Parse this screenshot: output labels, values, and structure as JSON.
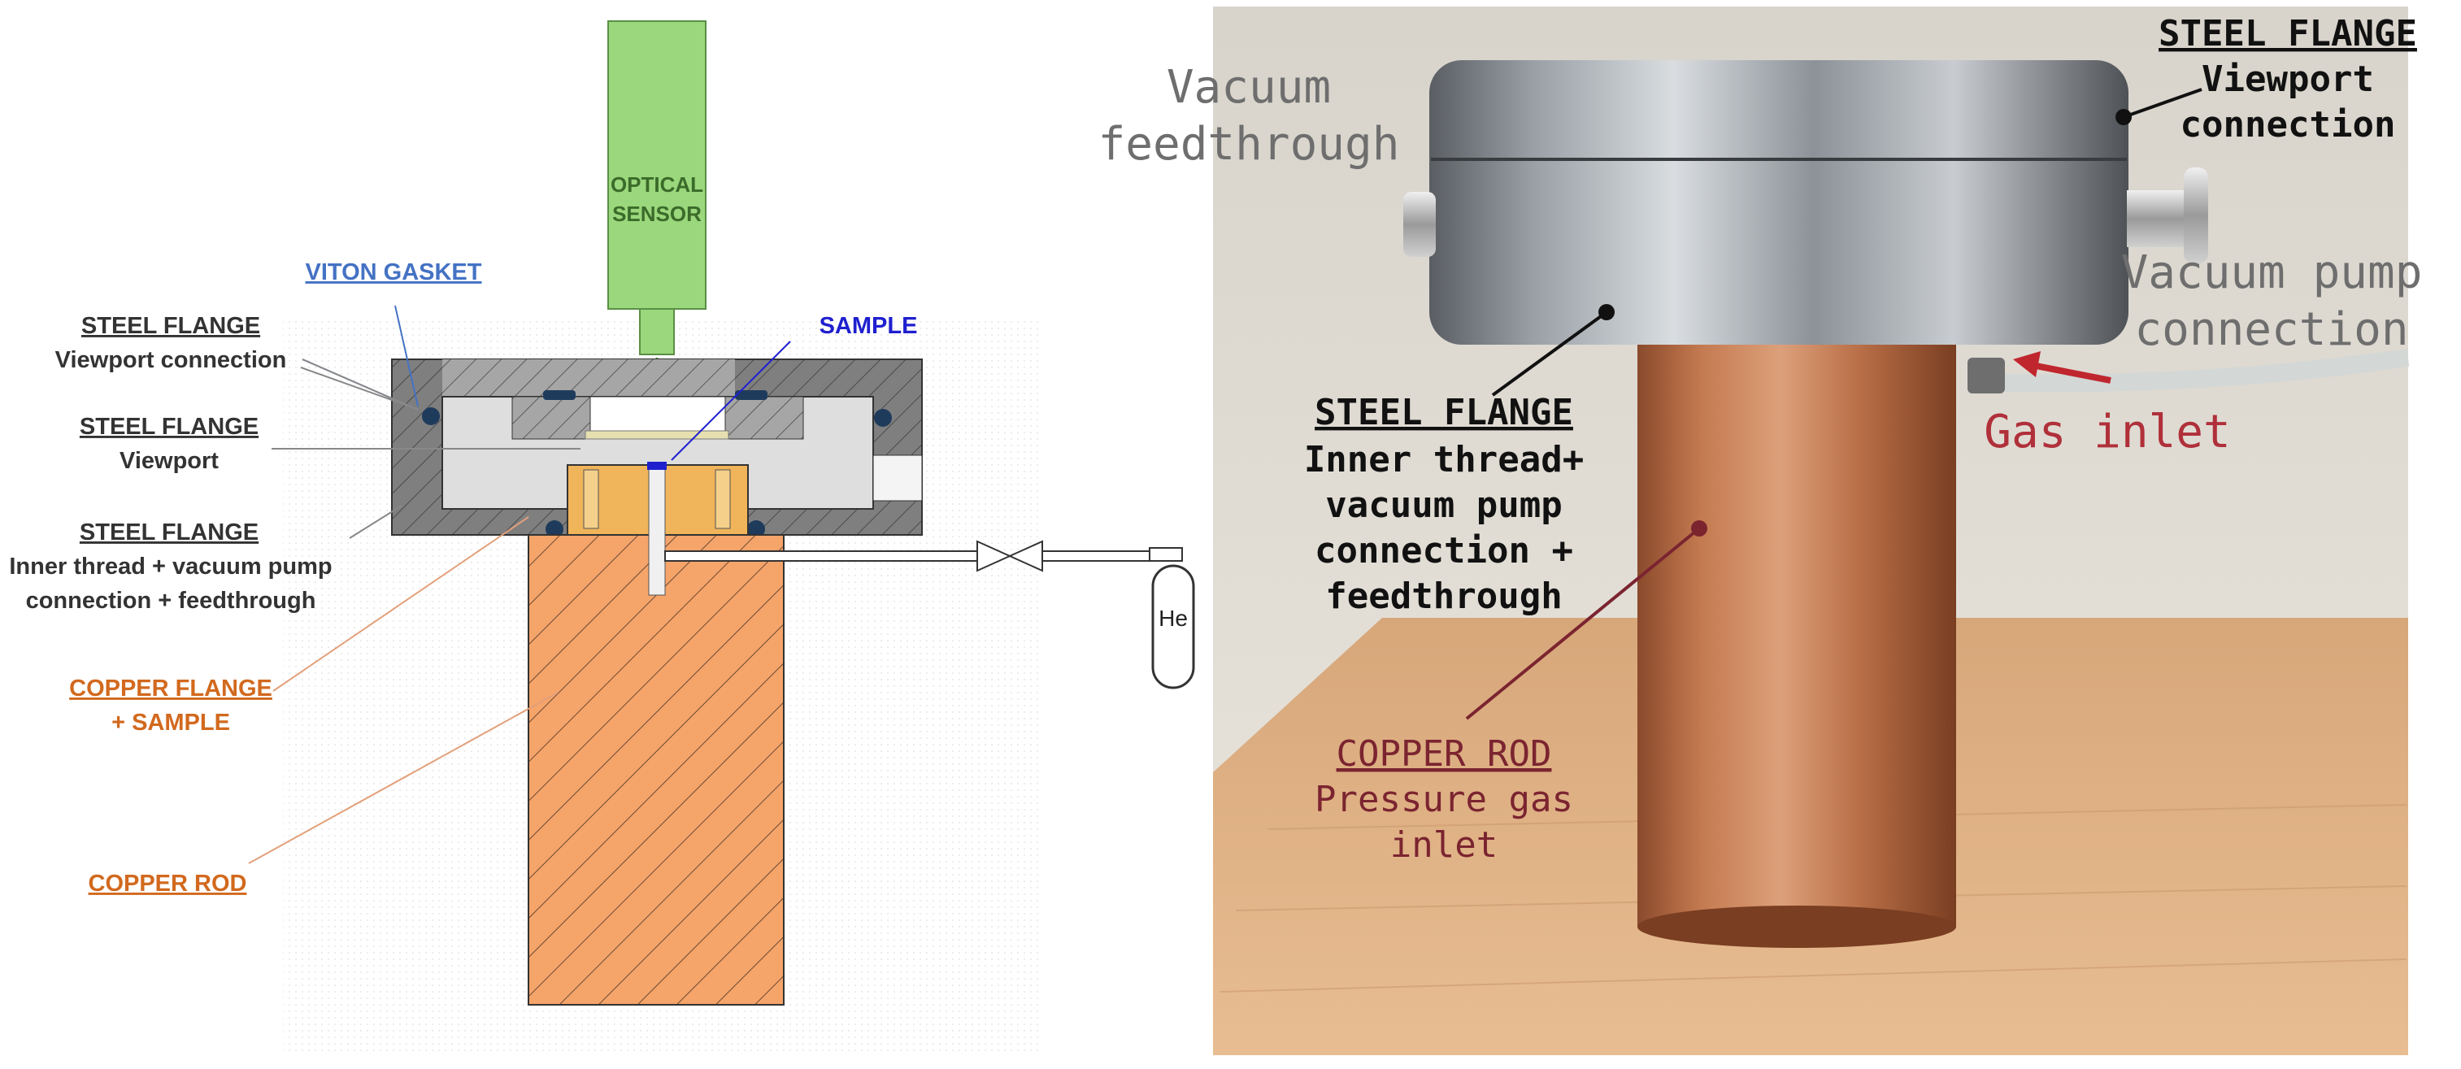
{
  "schematic": {
    "optical_sensor": [
      "OPTICAL",
      "SENSOR"
    ],
    "viton_gasket": "VITON GASKET",
    "sample": "SAMPLE",
    "steel_flange_1_title": "STEEL FLANGE",
    "steel_flange_1_sub": "Viewport connection",
    "steel_flange_2_title": "STEEL FLANGE",
    "steel_flange_2_sub": "Viewport",
    "steel_flange_3_title": "STEEL FLANGE",
    "steel_flange_3_sub": [
      "Inner thread + vacuum pump",
      "connection + feedthrough"
    ],
    "copper_flange": [
      "COPPER FLANGE",
      "+ SAMPLE"
    ],
    "copper_rod": "COPPER ROD",
    "gas_bottle": "He"
  },
  "photo": {
    "steel_flange_top_title": "STEEL FLANGE",
    "steel_flange_top_sub": [
      "Viewport",
      "connection"
    ],
    "vacuum_feedthrough": [
      "Vacuum",
      "feedthrough"
    ],
    "vacuum_pump": [
      "Vacuum pump",
      "connection"
    ],
    "gas_inlet": "Gas inlet",
    "steel_flange_mid_title": "STEEL FLANGE",
    "steel_flange_mid_sub": [
      "Inner thread+",
      "vacuum pump",
      "connection +",
      "feedthrough"
    ],
    "copper_rod_title": "COPPER ROD",
    "copper_rod_sub": [
      "Pressure gas",
      "inlet"
    ]
  },
  "colors": {
    "viton_label": "#4472c4",
    "sample_label": "#1f1fd0",
    "copper_label": "#d2691e",
    "copper_fill": "#f5a46a",
    "steel_dark": "#7f7f7f",
    "steel_light": "#d9d9d9",
    "oring": "#1f3b5c",
    "sensor_green": "#9bd77c",
    "photo_copper_label": "#7b2430",
    "photo_gas_inlet": "#b0303a",
    "photo_gray_label": "#6e6e6e"
  }
}
